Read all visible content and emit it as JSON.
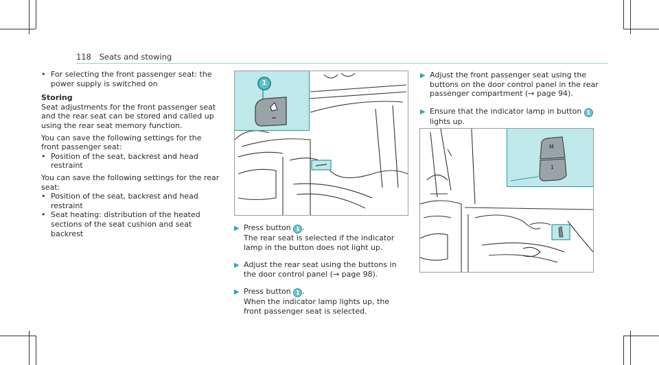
{
  "header": {
    "page_number": "118",
    "section": "Seats and stowing"
  },
  "left_column": {
    "bullet_front_seat": "For selecting the front passenger seat: the power supply is switched on",
    "storing_heading": "Storing",
    "storing_text": "Seat adjustments for the front passenger seat and the rear seat can be stored and called up using the rear seat memory function.",
    "front_intro": "You can save the following settings for the front passenger seat:",
    "front_items": [
      "Position of the seat, backrest and head restraint"
    ],
    "rear_intro": "You can save the following settings for the rear seat:",
    "rear_items": [
      "Position of the seat, backrest and head restraint",
      "Seat heating: distribution of the heated sections of the seat cushion and seat backrest"
    ],
    "bullet_symbol": "•"
  },
  "middle_column": {
    "figure": {
      "callout": "1"
    },
    "steps": [
      {
        "text_before": "Press button ",
        "badge": "1",
        "text_after": ".",
        "detail": "The rear seat is selected if the indicator lamp in the button does not light up."
      },
      {
        "text": "Adjust the rear seat using the buttons in the door control panel (→ page 98)."
      },
      {
        "text_before": "Press button ",
        "badge": "1",
        "text_after": ".",
        "detail": "When the indicator lamp lights up, the front passenger seat is selected."
      }
    ]
  },
  "right_column": {
    "steps": [
      {
        "text": "Adjust the front passenger seat using the buttons on the door control panel in the rear passenger compartment (→ page 94)."
      },
      {
        "text_before": "Ensure that the indicator lamp in button ",
        "badge": "1",
        "text_after": "",
        "detail": "lights up."
      }
    ],
    "figure": {
      "label_m": "M",
      "label_1": "1"
    }
  },
  "colors": {
    "accent": "#2fa6b0",
    "highlight": "#bfe8ea"
  },
  "icons": {
    "step_marker": "play-triangle-icon"
  }
}
